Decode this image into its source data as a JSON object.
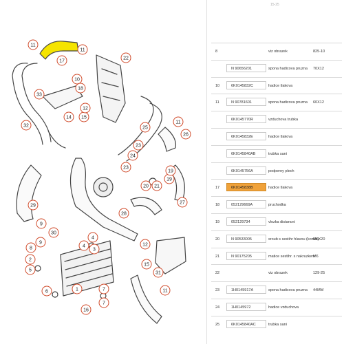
{
  "diagram": {
    "callouts": [
      "11",
      "17",
      "11",
      "22",
      "10",
      "18",
      "33",
      "14",
      "15",
      "12",
      "32",
      "25",
      "11",
      "26",
      "23",
      "24",
      "23",
      "29",
      "19",
      "19",
      "20",
      "21",
      "27",
      "28",
      "9",
      "30",
      "9",
      "8",
      "4",
      "3",
      "2",
      "5",
      "4",
      "12",
      "7",
      "6",
      "1",
      "7",
      "11",
      "31",
      "16",
      "15"
    ],
    "highlight_color": "#f5e400",
    "callout_color": "#d04a2a"
  },
  "parts_table": {
    "top_partial_text": "15-25",
    "rows": [
      {
        "pos": "8",
        "pn": "",
        "desc": "viz obrazek",
        "remark": "825-10",
        "boxed": false
      },
      {
        "pos": "",
        "pn": "N 90656201",
        "desc": "spona hadicova pruzna",
        "remark": "70X12",
        "boxed": true
      },
      {
        "pos": "10",
        "pn": "6K0145832C",
        "desc": "hadice tlakova",
        "remark": "",
        "boxed": true
      },
      {
        "pos": "11",
        "pn": "N 90781601",
        "desc": "spona hadicova pruzna",
        "remark": "60X12",
        "boxed": true
      },
      {
        "pos": "",
        "pn": "6K0145770R",
        "desc": "vzduchova trubka",
        "remark": "",
        "boxed": true
      },
      {
        "pos": "",
        "pn": "6K0145832E",
        "desc": "hadice tlakova",
        "remark": "",
        "boxed": true
      },
      {
        "pos": "",
        "pn": "6K0145840AB",
        "desc": "trubka sani",
        "remark": "",
        "boxed": true
      },
      {
        "pos": "",
        "pn": "6K0145756A",
        "desc": "podperny plech",
        "remark": "",
        "boxed": true
      },
      {
        "pos": "17",
        "pn": "6K0145838B",
        "desc": "hadice tlakova",
        "remark": "",
        "boxed": true,
        "selected": true
      },
      {
        "pos": "18",
        "pn": "052129669A",
        "desc": "pruchodka",
        "remark": "",
        "boxed": true
      },
      {
        "pos": "19",
        "pn": "052129734",
        "desc": "vlozka distancni",
        "remark": "",
        "boxed": true
      },
      {
        "pos": "20",
        "pn": "N 90533005",
        "desc": "sroub s sestihr hlavou (kombi)",
        "remark": "M6X20",
        "boxed": true
      },
      {
        "pos": "21",
        "pn": "N 90175205",
        "desc": "matice sestihr. s nakruzkem",
        "remark": "M6",
        "boxed": true
      },
      {
        "pos": "22",
        "pn": "",
        "desc": "viz obrazek",
        "remark": "129-25",
        "boxed": false
      },
      {
        "pos": "23",
        "pn": "1H0145917A",
        "desc": "spona hadicova pruzna",
        "remark": "44MM",
        "boxed": true
      },
      {
        "pos": "24",
        "pn": "1H0145972",
        "desc": "hadice vzduchova",
        "remark": "",
        "boxed": true
      },
      {
        "pos": "25",
        "pn": "6K0145840AC",
        "desc": "trubka sani",
        "remark": "",
        "boxed": true
      }
    ]
  }
}
